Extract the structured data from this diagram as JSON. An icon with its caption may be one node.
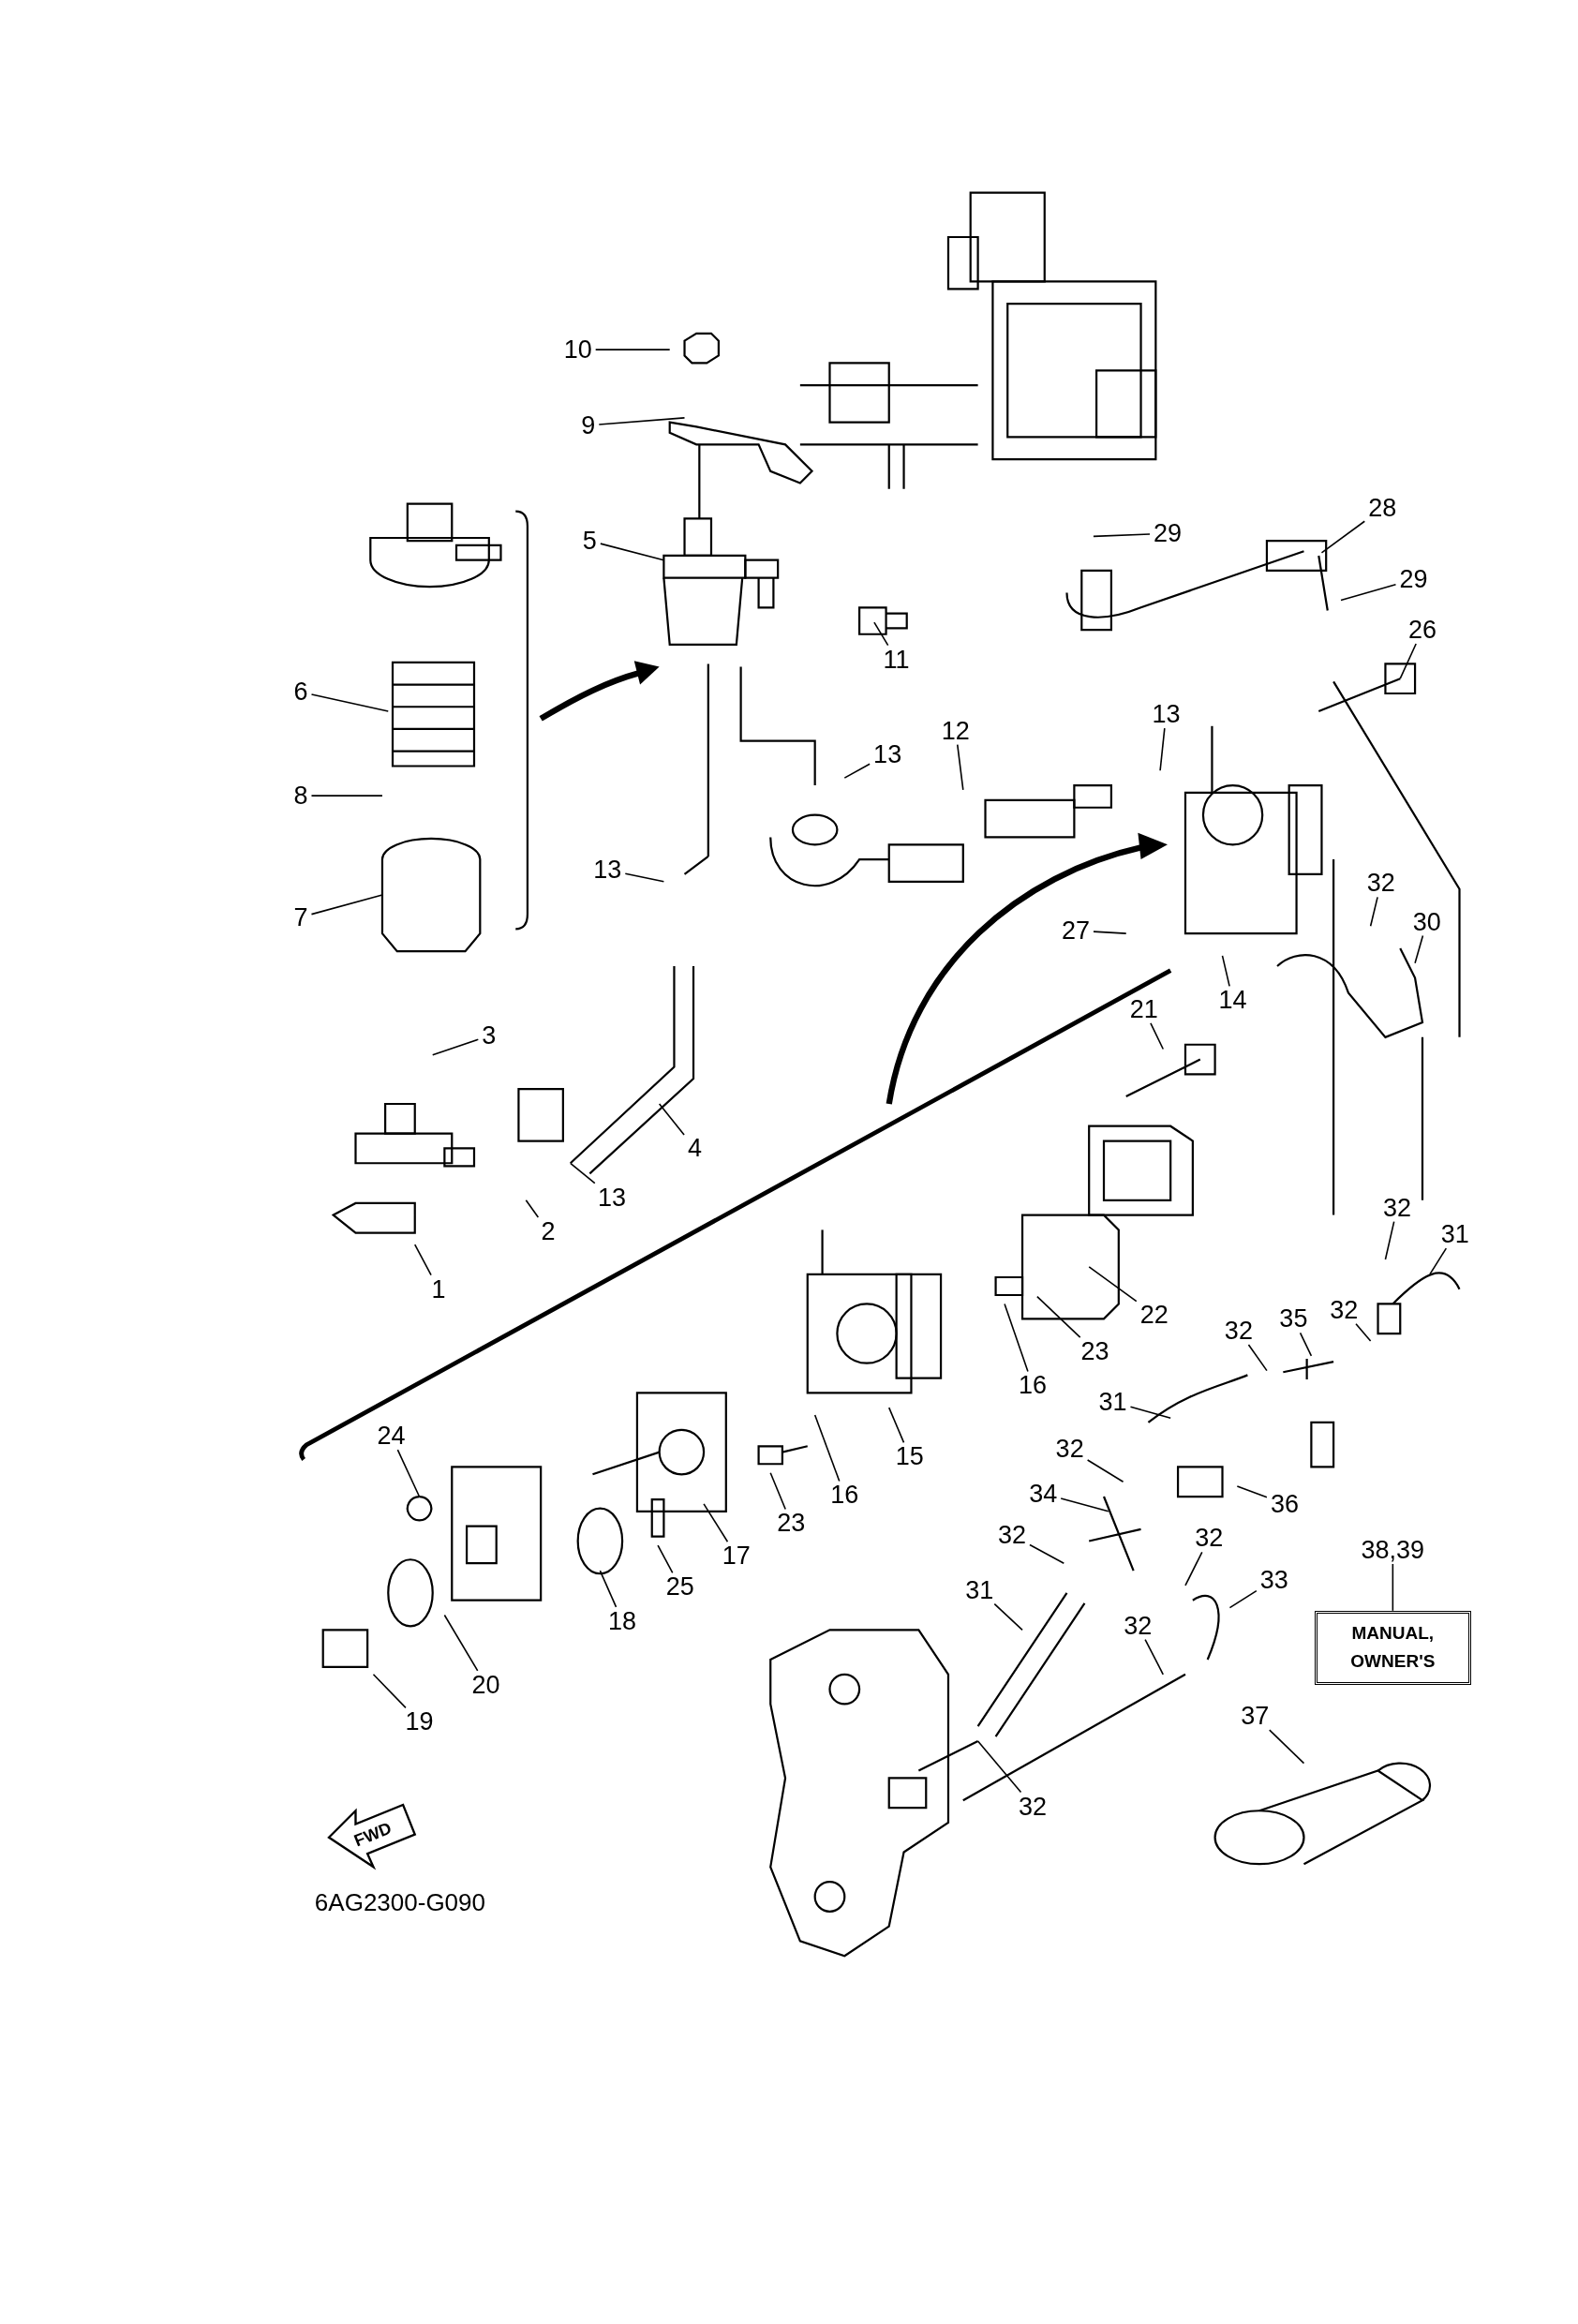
{
  "diagram": {
    "nodes": [
      {
        "text": [
          "10"
        ]
      },
      {
        "text": [
          "9"
        ]
      },
      {
        "text": [
          "29"
        ]
      },
      {
        "text": [
          "28"
        ]
      },
      {
        "text": [
          "5"
        ]
      },
      {
        "text": [
          "29"
        ]
      },
      {
        "text": [
          "26"
        ]
      },
      {
        "text": [
          "11"
        ]
      },
      {
        "text": [
          "6"
        ]
      },
      {
        "text": [
          "13"
        ]
      },
      {
        "text": [
          "12"
        ]
      },
      {
        "text": [
          "13"
        ]
      },
      {
        "text": [
          "8"
        ]
      },
      {
        "text": [
          "13"
        ]
      },
      {
        "text": [
          "32"
        ]
      },
      {
        "text": [
          "7"
        ]
      },
      {
        "text": [
          "30"
        ]
      },
      {
        "text": [
          "27"
        ]
      },
      {
        "text": [
          "14"
        ]
      },
      {
        "text": [
          "21"
        ]
      },
      {
        "text": [
          "3"
        ]
      },
      {
        "text": [
          "4"
        ]
      },
      {
        "text": [
          "13"
        ]
      },
      {
        "text": [
          "32"
        ]
      },
      {
        "text": [
          "2"
        ]
      },
      {
        "text": [
          "31"
        ]
      },
      {
        "text": [
          "1"
        ]
      },
      {
        "text": [
          "35"
        ]
      },
      {
        "text": [
          "22"
        ]
      },
      {
        "text": [
          "32"
        ]
      },
      {
        "text": [
          "32"
        ]
      },
      {
        "text": [
          "23"
        ]
      },
      {
        "text": [
          "16"
        ]
      },
      {
        "text": [
          "31"
        ]
      },
      {
        "text": [
          "24"
        ]
      },
      {
        "text": [
          "32"
        ]
      },
      {
        "text": [
          "15"
        ]
      },
      {
        "text": [
          "34"
        ]
      },
      {
        "text": [
          "16"
        ]
      },
      {
        "text": [
          "36"
        ]
      },
      {
        "text": [
          "23"
        ]
      },
      {
        "text": [
          "32"
        ]
      },
      {
        "text": [
          "32"
        ]
      },
      {
        "text": [
          "38,39"
        ]
      },
      {
        "text": [
          "17"
        ]
      },
      {
        "text": [
          "33"
        ]
      },
      {
        "text": [
          "25"
        ]
      },
      {
        "text": [
          "31"
        ]
      },
      {
        "text": [
          "18"
        ]
      },
      {
        "text": [
          "32"
        ]
      },
      {
        "text": [
          "MANUAL, OWNER'S"
        ]
      },
      {
        "text": [
          "20"
        ]
      },
      {
        "text": [
          "37"
        ]
      },
      {
        "text": [
          "19"
        ]
      },
      {
        "text": [
          "32"
        ]
      }
    ],
    "edges": [
      {
        "from": 0,
        "to": null,
        "arrow": "none"
      },
      {
        "from": 1,
        "to": null,
        "arrow": "none"
      },
      {
        "from": 2,
        "to": null,
        "arrow": "none"
      },
      {
        "from": 3,
        "to": null,
        "arrow": "none"
      },
      {
        "from": 4,
        "to": null,
        "arrow": "none"
      },
      {
        "from": 5,
        "to": null,
        "arrow": "none"
      },
      {
        "from": 6,
        "to": null,
        "arrow": "none"
      },
      {
        "from": 7,
        "to": null,
        "arrow": "none"
      },
      {
        "from": 8,
        "to": null,
        "arrow": "none"
      },
      {
        "from": 9,
        "to": null,
        "arrow": "none"
      },
      {
        "from": 10,
        "to": null,
        "arrow": "none"
      },
      {
        "from": 11,
        "to": null,
        "arrow": "none"
      },
      {
        "from": 12,
        "to": null,
        "arrow": "none"
      },
      {
        "from": 13,
        "to": null,
        "arrow": "none"
      },
      {
        "from": 14,
        "to": null,
        "arrow": "none"
      },
      {
        "from": 15,
        "to": null,
        "arrow": "none"
      },
      {
        "from": 16,
        "to": null,
        "arrow": "none"
      },
      {
        "from": 17,
        "to": null,
        "arrow": "none"
      },
      {
        "from": 18,
        "to": null,
        "arrow": "none"
      },
      {
        "from": 19,
        "to": null,
        "arrow": "none"
      },
      {
        "from": 20,
        "to": null,
        "arrow": "none"
      },
      {
        "from": 21,
        "to": null,
        "arrow": "none"
      },
      {
        "from": 22,
        "to": null,
        "arrow": "none"
      },
      {
        "from": 23,
        "to": null,
        "arrow": "none"
      },
      {
        "from": 24,
        "to": null,
        "arrow": "none"
      },
      {
        "from": 25,
        "to": null,
        "arrow": "none"
      },
      {
        "from": 26,
        "to": null,
        "arrow": "none"
      },
      {
        "from": 27,
        "to": null,
        "arrow": "none"
      },
      {
        "from": 28,
        "to": null,
        "arrow": "none"
      },
      {
        "from": 29,
        "to": null,
        "arrow": "none"
      },
      {
        "from": 30,
        "to": null,
        "arrow": "none"
      },
      {
        "from": 31,
        "to": null,
        "arrow": "none"
      },
      {
        "from": 32,
        "to": null,
        "arrow": "none"
      },
      {
        "from": 33,
        "to": null,
        "arrow": "none"
      },
      {
        "from": 34,
        "to": null,
        "arrow": "none"
      },
      {
        "from": 35,
        "to": null,
        "arrow": "none"
      },
      {
        "from": 36,
        "to": null,
        "arrow": "none"
      },
      {
        "from": 37,
        "to": null,
        "arrow": "none"
      },
      {
        "from": 38,
        "to": null,
        "arrow": "none"
      },
      {
        "from": 39,
        "to": null,
        "arrow": "none"
      },
      {
        "from": 40,
        "to": null,
        "arrow": "none"
      },
      {
        "from": 41,
        "to": null,
        "arrow": "none"
      },
      {
        "from": 42,
        "to": null,
        "arrow": "none"
      },
      {
        "from": 43,
        "to": 50,
        "arrow": "none"
      },
      {
        "from": 44,
        "to": null,
        "arrow": "none"
      },
      {
        "from": 45,
        "to": null,
        "arrow": "none"
      },
      {
        "from": 46,
        "to": null,
        "arrow": "none"
      },
      {
        "from": 47,
        "to": null,
        "arrow": "none"
      },
      {
        "from": 48,
        "to": null,
        "arrow": "none"
      },
      {
        "from": 49,
        "to": null,
        "arrow": "none"
      },
      {
        "from": 51,
        "to": null,
        "arrow": "none"
      },
      {
        "from": 52,
        "to": null,
        "arrow": "none"
      },
      {
        "from": 53,
        "to": null,
        "arrow": "none"
      },
      {
        "from": 54,
        "to": null,
        "arrow": "none"
      }
    ],
    "labels": [
      "FWD",
      "6AG2300-G090"
    ]
  }
}
